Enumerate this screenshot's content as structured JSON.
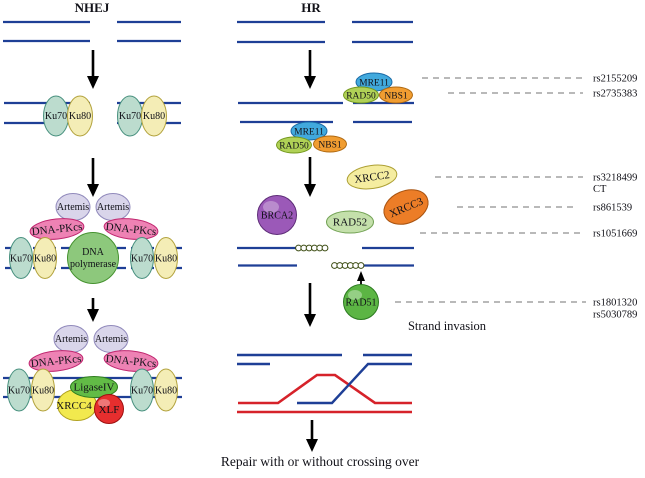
{
  "titles": {
    "nhej": "NHEJ",
    "hr": "HR"
  },
  "proteins": {
    "ku70": "Ku70",
    "ku80": "Ku80",
    "artemis": "Artemis",
    "dna_pkcs": "DNA-PKcs",
    "polymerase_line1": "DNA",
    "polymerase_line2": "polymerase",
    "ligase4": "LigaseIV",
    "xrcc4": "XRCC4",
    "xlf": "XLF",
    "mre11": "MRE11",
    "rad50": "RAD50",
    "nbs1": "NBS1",
    "xrcc2": "XRCC2",
    "xrcc3": "XRCC3",
    "brca2": "BRCA2",
    "rad52": "RAD52",
    "rad51": "RAD51"
  },
  "snps": [
    {
      "id": "rs2155209"
    },
    {
      "id": "rs2735383"
    },
    {
      "id": "rs3218499",
      "genotype": "CT"
    },
    {
      "id": "rs861539"
    },
    {
      "id": "rs1051669"
    },
    {
      "id": "rs1801320"
    },
    {
      "id": "rs5030789"
    }
  ],
  "captions": {
    "strand_invasion": "Strand invasion",
    "repair": "Repair with or without crossing over"
  },
  "colors": {
    "dna_blue": "#1e3f96",
    "crossover_red": "#d6222a",
    "connector_gray": "#8f8f8f",
    "arrow_black": "#000000",
    "ku70_fill": "#bcdcce",
    "ku80_fill": "#f4edb6",
    "artemis_fill": "#d9d5ea",
    "dna_pkcs_fill": "#ee82b4",
    "polymerase_fill": "#8dc87c",
    "ligase4_fill": "#62bb46",
    "xrcc4_fill": "#f2e94e",
    "xlf_fill": "#e62e2e",
    "mre11_fill": "#41a9dd",
    "rad50_fill": "#b0d156",
    "nbs1_fill": "#f19d31",
    "xrcc2_fill": "#f5eda0",
    "xrcc3_fill": "#ec7d27",
    "brca2_fill": "#9b59b8",
    "rad52_fill": "#c4e0ab",
    "rad51_fill": "#5cb544",
    "bead_fill": "#ffffff"
  }
}
